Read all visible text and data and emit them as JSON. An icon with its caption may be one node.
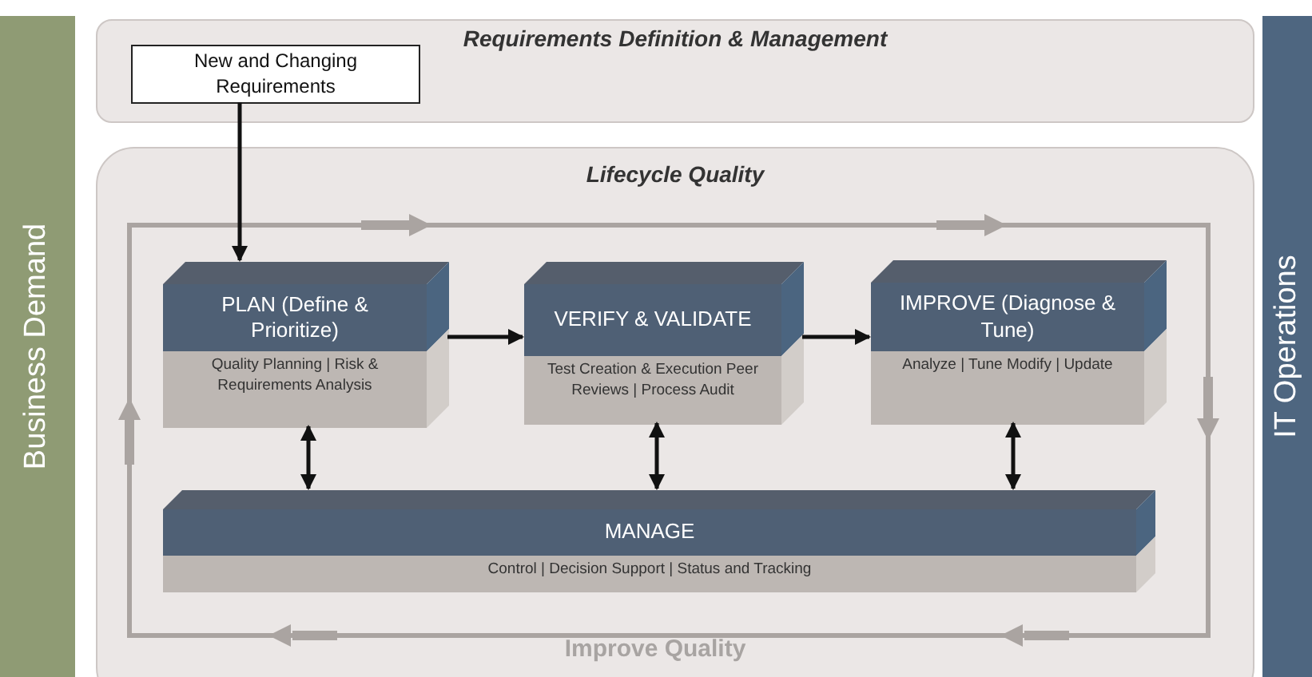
{
  "diagram": {
    "nodes": [
      {
        "text": [
          "Business Demand"
        ]
      },
      {
        "text": [
          "Requirements Definition & Management"
        ]
      },
      {
        "text": [
          "New and Changing Requirements"
        ],
        "in": 1
      },
      {
        "text": [
          "Lifecycle Quality"
        ]
      },
      {
        "text": [
          "PLAN (Define & Prioritize)",
          "Quality Planning | Risk & Requirements Analysis"
        ],
        "in": 3
      },
      {
        "text": [
          "VERIFY & VALIDATE",
          "Test Creation & Execution Peer Reviews | Process Audit"
        ],
        "in": 3
      },
      {
        "text": [
          "IMPROVE (Diagnose & Tune)",
          "Analyze | Tune Modify | Update"
        ],
        "in": 3
      },
      {
        "text": [
          "MANAGE",
          "Control | Decision Support | Status and Tracking"
        ],
        "in": 3
      },
      {
        "text": [
          "IT Operations"
        ]
      }
    ],
    "edges": [
      {
        "from": 2,
        "to": 4,
        "arrow": "to"
      },
      {
        "from": 4,
        "to": 5,
        "arrow": "to"
      },
      {
        "from": 5,
        "to": 6,
        "arrow": "to"
      },
      {
        "from": 4,
        "to": 7,
        "arrow": "both"
      },
      {
        "from": 5,
        "to": 7,
        "arrow": "both"
      },
      {
        "from": 6,
        "to": 7,
        "arrow": "both"
      }
    ],
    "labels": [
      "Improve Quality"
    ]
  }
}
